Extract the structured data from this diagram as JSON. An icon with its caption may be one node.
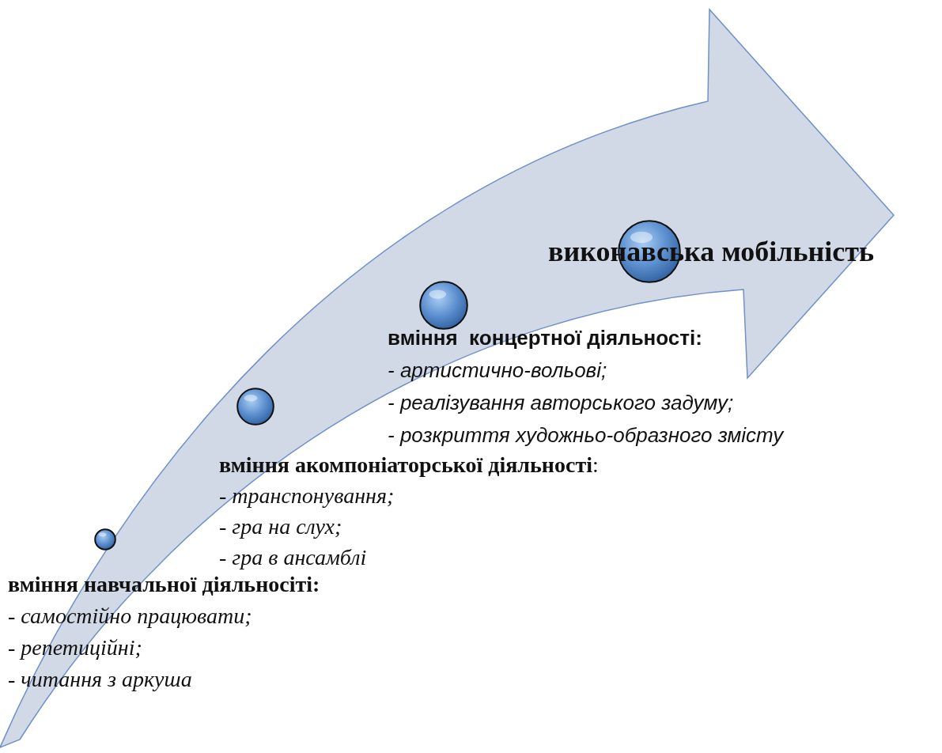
{
  "diagram": {
    "nodes": [
      {
        "text": [],
        "shape": "circle",
        "beside": [
          "вміння навчальної діяльносіті:",
          "- самостійно працювати;",
          "- репетиційні;",
          "- читання з аркуша"
        ]
      },
      {
        "text": [],
        "shape": "circle",
        "beside": [
          "**вміння акомпоніаторської діяльності**:",
          "- транспонування;",
          "- гра на слух;",
          "- гра в ансамблі"
        ]
      },
      {
        "text": [],
        "shape": "circle",
        "beside": [
          "вміння  концертної діяльності:",
          "- артистично-вольові;",
          "- реалізування авторського задуму;",
          "- розкриття художньо-образного змісту"
        ]
      },
      {
        "text": [],
        "shape": "circle",
        "beside": [
          "виконавська мобільність"
        ]
      }
    ]
  }
}
